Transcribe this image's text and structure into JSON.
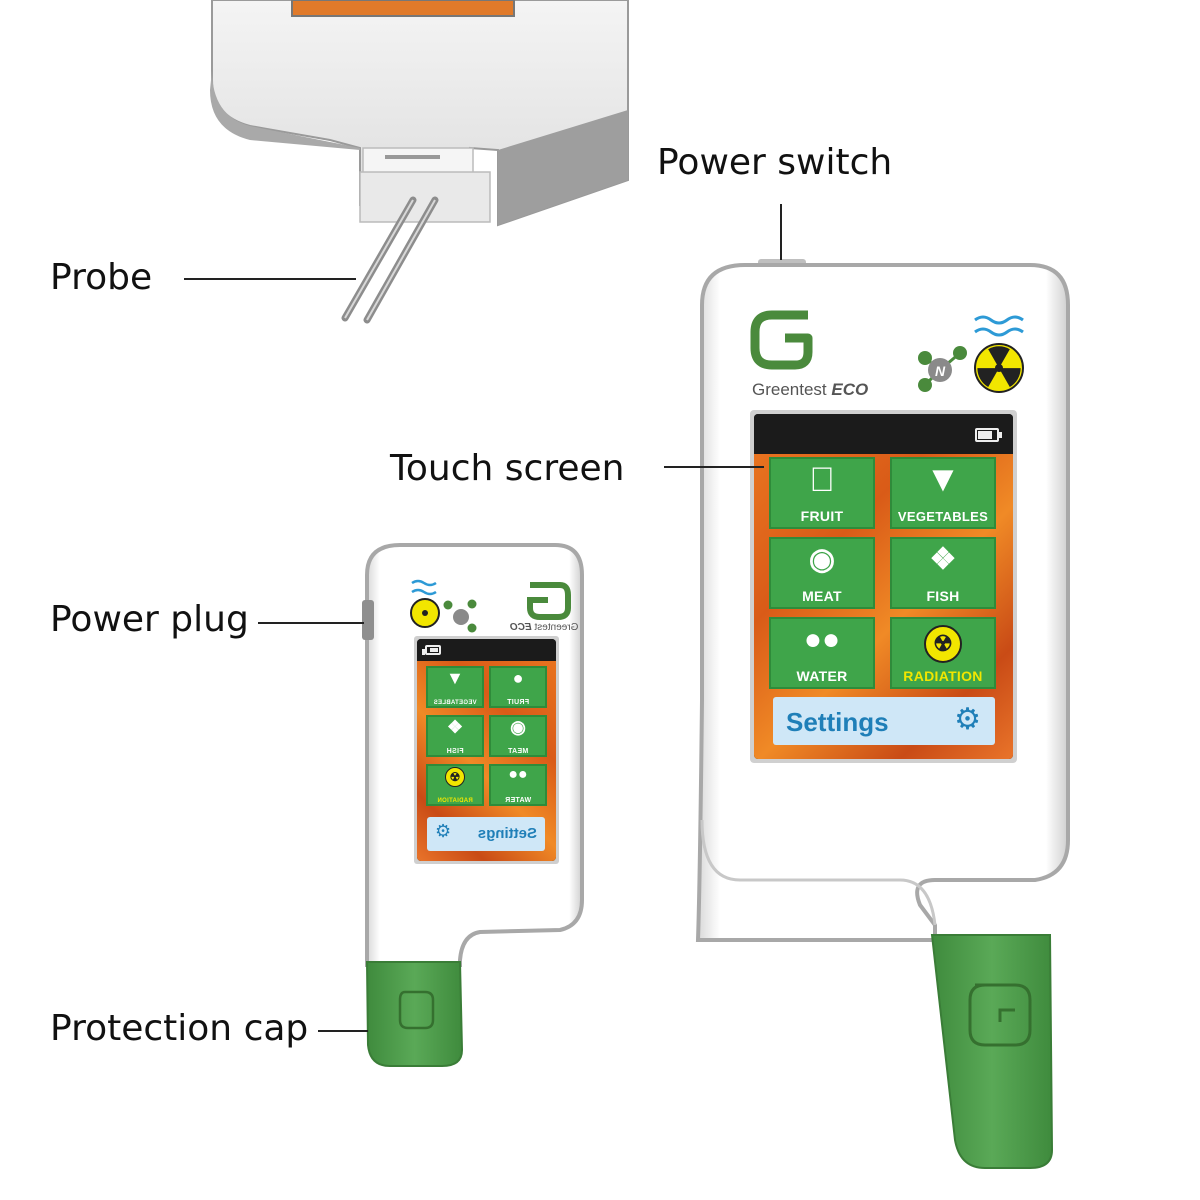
{
  "callouts": {
    "probe": "Probe",
    "power_switch": "Power switch",
    "touch_screen": "Touch screen",
    "power_plug": "Power plug",
    "protection_cap": "Protection cap"
  },
  "device": {
    "brand_name": "Greentest",
    "brand_model": "ECO",
    "tiles": [
      {
        "label": "FRUIT",
        "icon": "apple-icon"
      },
      {
        "label": "VEGETABLES",
        "icon": "carrot-icon"
      },
      {
        "label": "MEAT",
        "icon": "meat-icon"
      },
      {
        "label": "FISH",
        "icon": "fish-icon"
      },
      {
        "label": "WATER",
        "icon": "water-drops-icon"
      },
      {
        "label": "RADIATION",
        "icon": "radiation-icon"
      }
    ],
    "settings_label": "Settings",
    "settings_icon": "gear-icon"
  },
  "colors": {
    "tile_green": "#3fa54a",
    "screen_orange": "#e8731f",
    "cap_green": "#4b9a4a",
    "settings_blue": "#1f7fb8",
    "radiation_yellow": "#f2e600"
  }
}
